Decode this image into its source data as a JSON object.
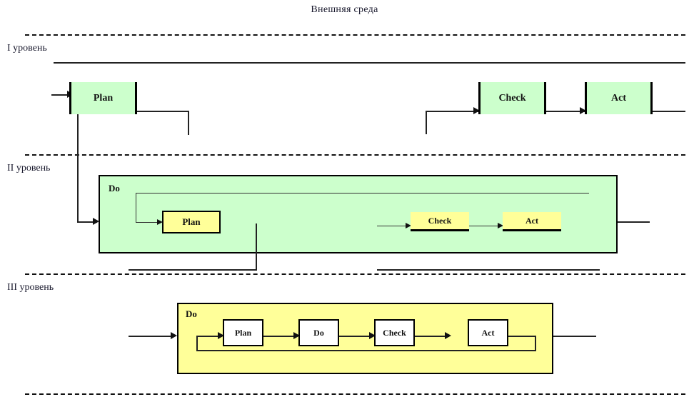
{
  "diagram": {
    "title": "Внешняя среда",
    "levels": [
      {
        "label": "I уровень",
        "boxes": [
          {
            "label": "Plan"
          },
          {
            "label": "Check"
          },
          {
            "label": "Act"
          }
        ]
      },
      {
        "label": "II уровень",
        "container_label": "Do",
        "boxes": [
          {
            "label": "Plan"
          },
          {
            "label": "Check"
          },
          {
            "label": "Act"
          }
        ]
      },
      {
        "label": "III уровень",
        "container_label": "Do",
        "boxes": [
          {
            "label": "Plan"
          },
          {
            "label": "Do"
          },
          {
            "label": "Check"
          },
          {
            "label": "Act"
          }
        ]
      }
    ],
    "colors": {
      "level1_box_fill": "#ccffcc",
      "level2_container_fill": "#ccffcc",
      "level2_box_fill": "#ffff99",
      "level3_container_fill": "#ffff99",
      "level3_box_fill": "#ffffff",
      "line": "#222222",
      "background": "#ffffff"
    }
  }
}
